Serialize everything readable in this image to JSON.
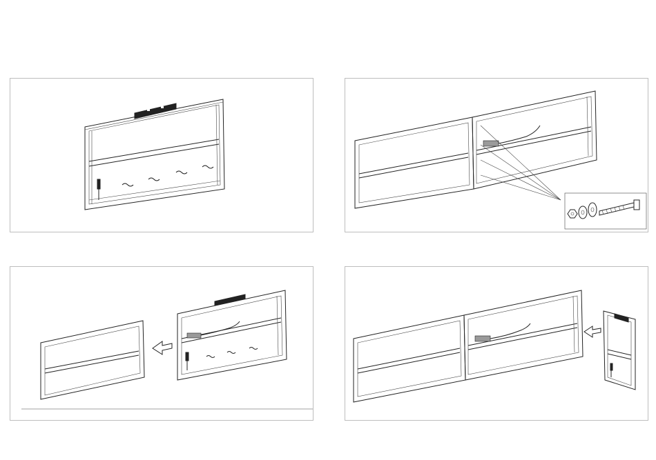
{
  "steps": [
    {
      "id": "step-1",
      "icons": [
        "spirit-level-icon",
        "screwdriver-icon",
        "mounting-hook-icon"
      ]
    },
    {
      "id": "step-2",
      "icons": [
        "bolt-icon",
        "washer-icon",
        "nut-icon",
        "led-driver-icon"
      ]
    },
    {
      "id": "step-3",
      "icons": [
        "spirit-level-icon",
        "screwdriver-icon",
        "arrow-left-icon",
        "led-driver-icon"
      ]
    },
    {
      "id": "step-4",
      "icons": [
        "arrow-left-icon",
        "led-driver-icon",
        "spirit-level-icon"
      ]
    }
  ]
}
